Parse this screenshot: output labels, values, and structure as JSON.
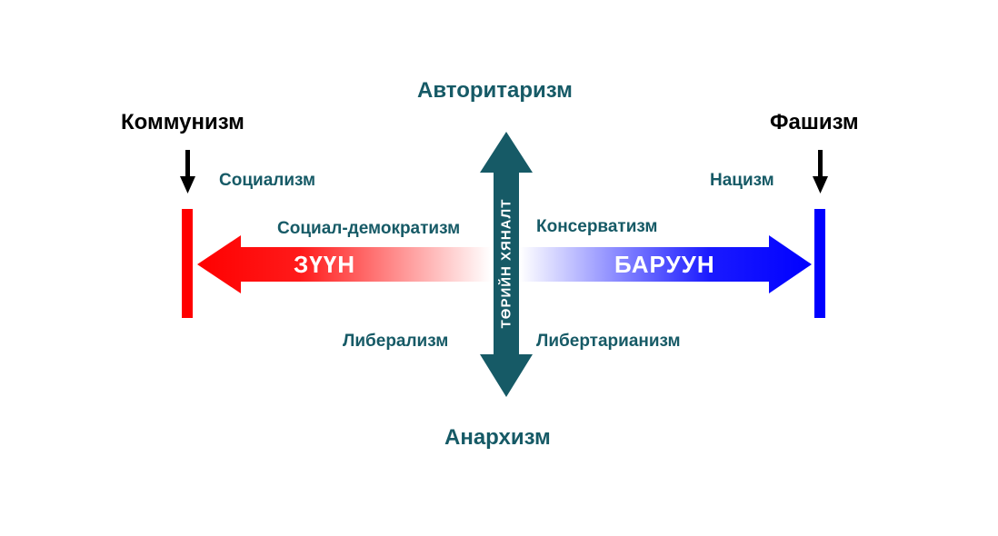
{
  "colors": {
    "teal": "#165a66",
    "left_red": "#ff0000",
    "right_blue": "#0000ff",
    "text_dark": "#000000"
  },
  "top_label": "Авторитаризм",
  "bottom_label": "Анархизм",
  "vertical_axis_label": "ТӨРИЙН ХЯНАЛТ",
  "left": {
    "extreme_label": "Коммунизм",
    "arrow_label": "ЗҮҮН",
    "item_upper": "Социализм",
    "item_axis": "Социал-демократизм",
    "item_lower": "Либерализм"
  },
  "right": {
    "extreme_label": "Фашизм",
    "arrow_label": "БАРУУН",
    "item_upper": "Нацизм",
    "item_axis": "Консерватизм",
    "item_lower": "Либертарианизм"
  }
}
